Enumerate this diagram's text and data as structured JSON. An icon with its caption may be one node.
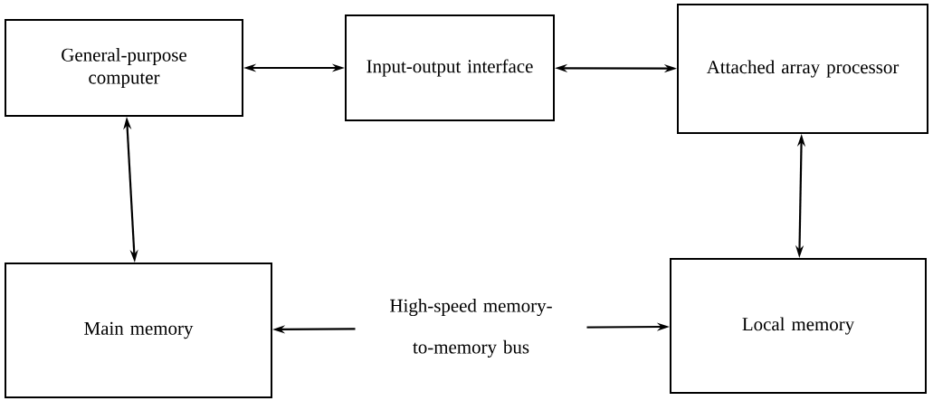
{
  "diagram": {
    "nodes": [
      {
        "text": [
          "General-purpose computer"
        ]
      },
      {
        "text": [
          "Input-output interface"
        ]
      },
      {
        "text": [
          "Attached array processor"
        ]
      },
      {
        "text": [
          "Main memory"
        ]
      },
      {
        "text": [
          "Local memory"
        ]
      }
    ],
    "edges": [
      {
        "from": 0,
        "to": 1,
        "arrow": "both"
      },
      {
        "from": 1,
        "to": 2,
        "arrow": "both"
      },
      {
        "from": 0,
        "to": 3,
        "arrow": "both"
      },
      {
        "from": 2,
        "to": 4,
        "arrow": "both"
      },
      {
        "from": 3,
        "to": 4,
        "arrow": "both",
        "label": "High-speed memory-to-memory bus"
      }
    ]
  }
}
